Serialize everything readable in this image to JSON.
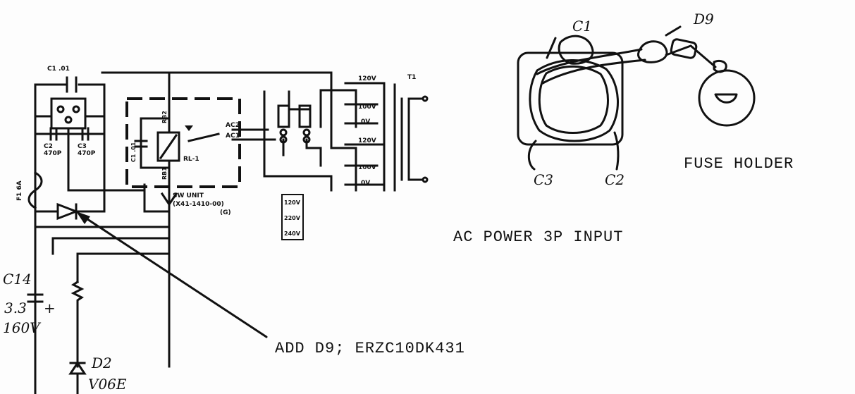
{
  "schematic": {
    "c1_label": "C1 .01",
    "c2_label": "C2",
    "c2_value": "470P",
    "c3_label": "C3",
    "c3_value": "470P",
    "fuse_label": "F1 6A",
    "sw_c1_label": "C1 .01",
    "rb2_label": "RB2",
    "rb1_label": "RB1",
    "ac2_label": "AC2",
    "ac1_label": "AC1",
    "relay_label": "RL-1",
    "sw_unit_label": "SW UNIT",
    "sw_unit_part": "(X41-1410-00)",
    "sw_unit_variant": "(G)",
    "tap_120v_top": "120V",
    "tap_100v_top": "100V",
    "tap_0v_top": "0V",
    "tap_120v_bottom": "120V",
    "tap_100v_bottom": "100V",
    "tap_0v_bottom": "0V",
    "transformer_label": "T1",
    "voltage_box": [
      "120V",
      "220V",
      "240V"
    ],
    "c14_label": "C14",
    "c14_value": "3.3",
    "c14_rating": "160V",
    "c14_polarity": "+",
    "d2_label": "D2",
    "d2_part": "V06E"
  },
  "sketch": {
    "c1_label": "C1",
    "d9_label": "D9",
    "c2_label": "C2",
    "c3_label": "C3",
    "fuse_holder_label": "FUSE HOLDER",
    "input_label": "AC POWER 3P INPUT"
  },
  "note": {
    "text": "ADD D9; ERZC10DK431"
  }
}
